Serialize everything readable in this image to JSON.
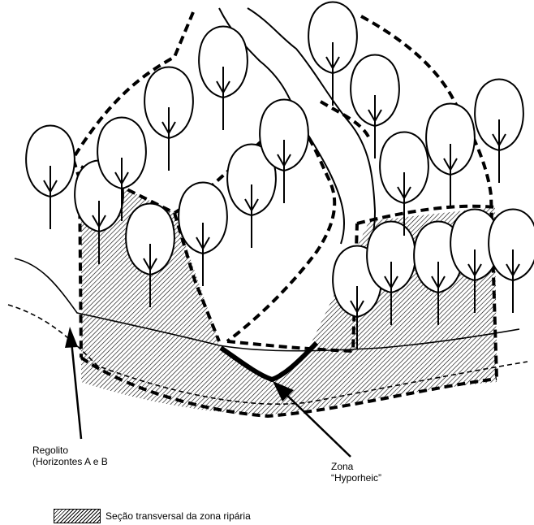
{
  "labels": {
    "regolito_line1": "Regolito",
    "regolito_line2": "(Horizontes A e B",
    "zona_line1": "Zona",
    "zona_line2": "“Hyporheic”"
  },
  "legend": {
    "text": "Seção transversal da zona ripária"
  },
  "colors": {
    "ink": "#000000",
    "background": "#ffffff"
  }
}
